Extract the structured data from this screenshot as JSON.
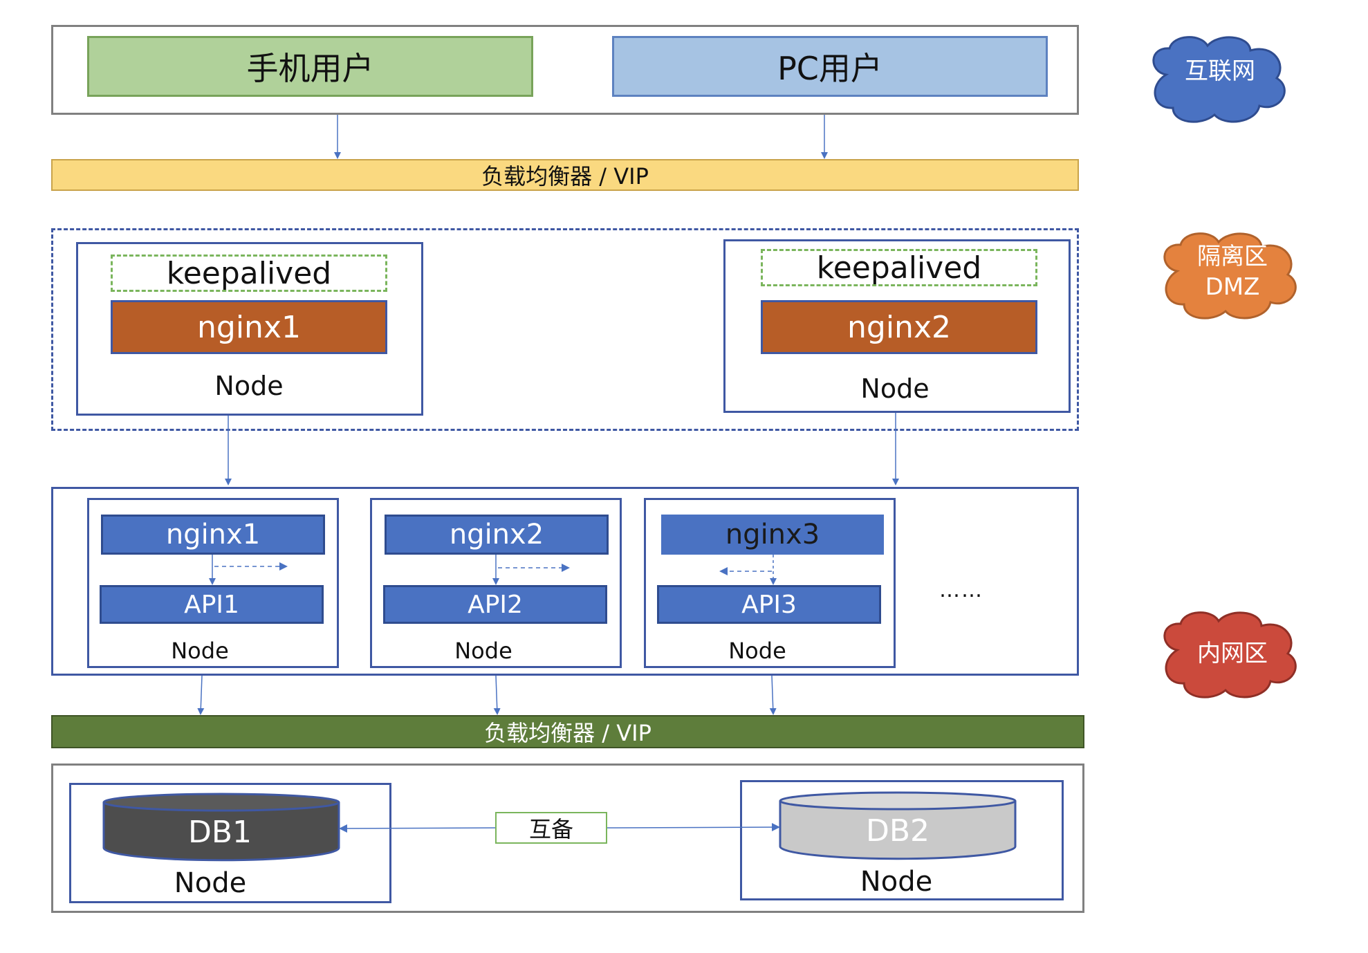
{
  "users": {
    "mobile": "手机用户",
    "pc": "PC用户"
  },
  "top_lb": "负载均衡器 / VIP",
  "dmz": {
    "nodes": [
      {
        "keepalived": "keepalived",
        "nginx": "nginx1",
        "node": "Node"
      },
      {
        "keepalived": "keepalived",
        "nginx": "nginx2",
        "node": "Node"
      }
    ]
  },
  "internal": {
    "nodes": [
      {
        "nginx": "nginx1",
        "api": "API1",
        "node": "Node"
      },
      {
        "nginx": "nginx2",
        "api": "API2",
        "node": "Node"
      },
      {
        "nginx": "nginx3",
        "api": "API3",
        "node": "Node"
      }
    ],
    "more": "……"
  },
  "bottom_lb": "负载均衡器 / VIP",
  "db": {
    "db1": "DB1",
    "db2": "DB2",
    "node1": "Node",
    "node2": "Node",
    "mutual": "互备"
  },
  "zones": {
    "internet": "互联网",
    "dmz_line1": "隔离区",
    "dmz_line2": "DMZ",
    "intranet": "内网区"
  },
  "colors": {
    "mobile": "#b0d19a",
    "pc": "#a6c3e3",
    "top_lb": "#fad980",
    "nginx_dmz": "#b75d27",
    "inner_blue": "#4a72c2",
    "bottom_lb": "#5e7d3b",
    "db1": "#4d4d4d",
    "db2": "#c9c9c9",
    "cloud_internet": "#4a72c2",
    "cloud_dmz": "#e4823e",
    "cloud_intranet": "#cb4a3c"
  }
}
